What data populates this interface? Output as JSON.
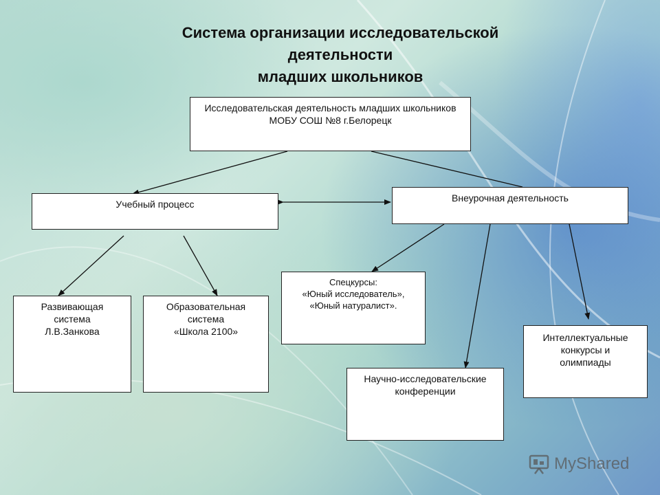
{
  "title": {
    "line1": "Система организации исследовательской",
    "line2": "деятельности",
    "line3": "младших школьников"
  },
  "nodes": {
    "root": "Исследовательская деятельность младших школьников МОБУ СОШ №8 г.Белорецк",
    "learning": "Учебный процесс",
    "extracurricular": "Внеурочная деятельность",
    "zankov": [
      "Развивающая",
      "система",
      "Л.В.Занкова"
    ],
    "school2100": [
      "Образовательная",
      "система",
      "«Школа 2100»"
    ],
    "special_courses": [
      "Спецкурсы:",
      "«Юный исследователь»,",
      "«Юный натуралист»."
    ],
    "conferences": [
      "Научно-исследовательские",
      "конференции"
    ],
    "contests": [
      "Интеллектуальные",
      "конкурсы и",
      "олимпиады"
    ]
  },
  "watermark": {
    "text": "MyShared",
    "icon": "presentation-board-icon"
  },
  "colors": {
    "line": "#111111",
    "box_border": "#222222",
    "box_fill": "#ffffff"
  }
}
